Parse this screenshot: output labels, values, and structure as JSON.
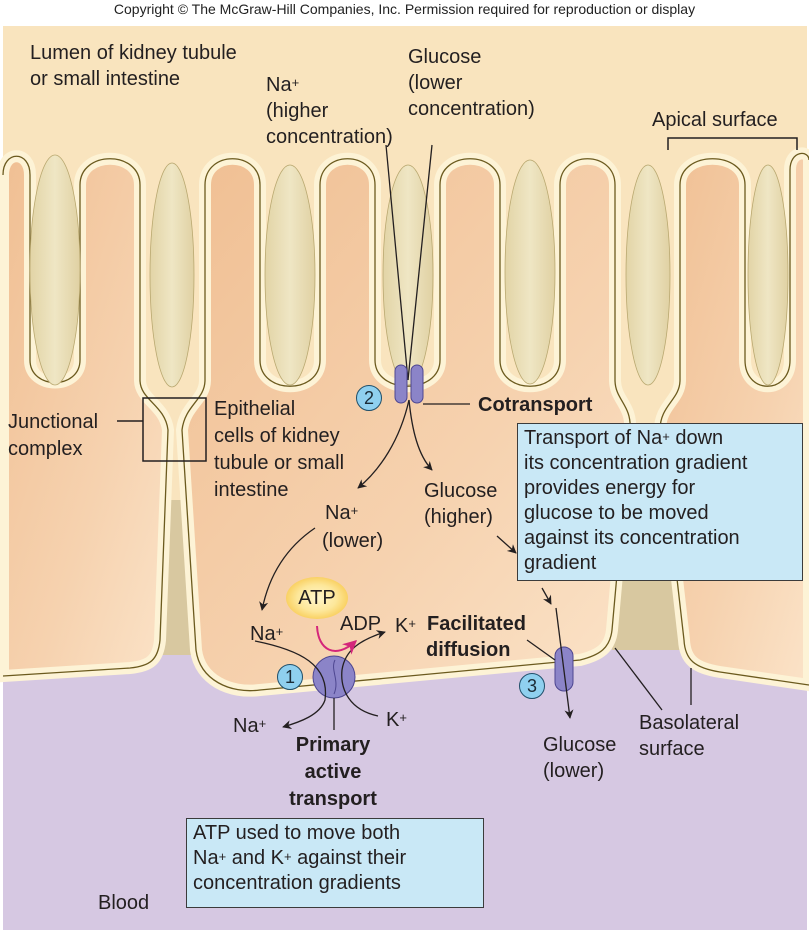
{
  "copyright": "Copyright © The McGraw-Hill Companies, Inc. Permission required for reproduction or display",
  "colors": {
    "lumen": "#f9e4be",
    "cytoplasm": "#f3c59c",
    "membrane": "#fdf3d6",
    "membrane_outline": "#6b5a1e",
    "microvillus_core": "#e9dcb2",
    "blood": "#d6c8e2",
    "transporter": "#8b84c8",
    "callout_box": "#c9e8f6",
    "number_badge": "#8fd0ef",
    "atp_fill": "#fbd866",
    "atp_arrow": "#d4267a"
  },
  "labels": {
    "lumen_line1": "Lumen of kidney tubule",
    "lumen_line2": "or small intestine",
    "na_top": "Na",
    "na_top_sup": "+",
    "na_top_line2": "(higher",
    "na_top_line3": "concentration)",
    "glucose_top_line1": "Glucose",
    "glucose_top_line2": "(lower",
    "glucose_top_line3": "concentration)",
    "apical_surface": "Apical surface",
    "junctional_line1": "Junctional",
    "junctional_line2": "complex",
    "epithelial_line1": "Epithelial",
    "epithelial_line2": "cells of kidney",
    "epithelial_line3": "tubule or small",
    "epithelial_line4": "intestine",
    "cotransport": "Cotransport",
    "na_mid": "Na",
    "na_mid_sup": "+",
    "na_mid_line2": "(lower)",
    "glucose_mid_line1": "Glucose",
    "glucose_mid_line2": "(higher)",
    "atp": "ATP",
    "adp": "ADP",
    "na_cell": "Na",
    "na_cell_sup": "+",
    "k_cell": "K",
    "k_cell_sup": "+",
    "facilitated_line1": "Facilitated",
    "facilitated_line2": "diffusion",
    "na_blood": "Na",
    "na_blood_sup": "+",
    "k_blood": "K",
    "k_blood_sup": "+",
    "primary_line1": "Primary",
    "primary_line2": "active",
    "primary_line3": "transport",
    "glucose_bottom_line1": "Glucose",
    "glucose_bottom_line2": "(lower)",
    "basolateral_line1": "Basolateral",
    "basolateral_line2": "surface",
    "blood": "Blood"
  },
  "badges": {
    "one": "1",
    "two": "2",
    "three": "3"
  },
  "callouts": {
    "cotransport_box": {
      "line1_pre": "Transport of Na",
      "line1_sup": "+",
      "line1_post": " down",
      "line2": "its concentration gradient",
      "line3": "provides energy for",
      "line4": "glucose to be moved",
      "line5": "against its concentration",
      "line6": "gradient"
    },
    "atp_box": {
      "line1": "ATP used to move both",
      "line2_a": "Na",
      "line2_sup1": "+",
      "line2_b": " and K",
      "line2_sup2": "+",
      "line2_c": " against their",
      "line3": "concentration gradients"
    }
  }
}
